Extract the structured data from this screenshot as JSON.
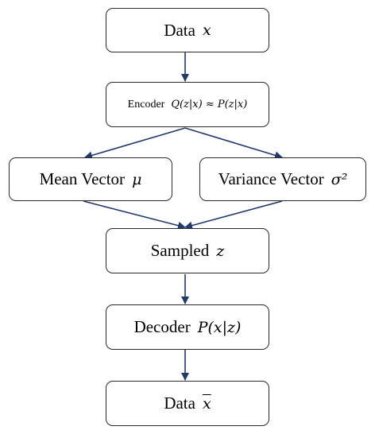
{
  "diagram": {
    "nodes": [
      {
        "id": "data_x",
        "label": "Data",
        "math": "x"
      },
      {
        "id": "encoder",
        "label": "Encoder",
        "math": "Q(z|x) ≈ P(z|x)"
      },
      {
        "id": "mean",
        "label": "Mean Vector",
        "math": "μ"
      },
      {
        "id": "variance",
        "label": "Variance Vector",
        "math": "σ²"
      },
      {
        "id": "sampled",
        "label": "Sampled",
        "math": "z"
      },
      {
        "id": "decoder",
        "label": "Decoder",
        "math": "P(x|z)"
      },
      {
        "id": "data_xbar",
        "label": "Data",
        "math": "x"
      }
    ],
    "edges": [
      {
        "from": "data_x",
        "to": "encoder"
      },
      {
        "from": "encoder",
        "to": "mean"
      },
      {
        "from": "encoder",
        "to": "variance"
      },
      {
        "from": "mean",
        "to": "sampled"
      },
      {
        "from": "variance",
        "to": "sampled"
      },
      {
        "from": "sampled",
        "to": "decoder"
      },
      {
        "from": "decoder",
        "to": "data_xbar"
      }
    ],
    "colors": {
      "arrow": "#1f3a6e",
      "border": "#2b2b2b"
    }
  }
}
